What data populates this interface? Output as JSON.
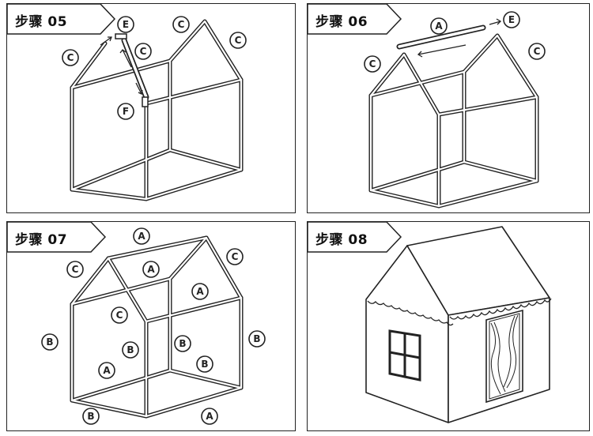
{
  "steps": [
    {
      "title": "步骤 05"
    },
    {
      "title": "步骤 06"
    },
    {
      "title": "步骤 07"
    },
    {
      "title": "步骤 08"
    }
  ],
  "parts": {
    "A": "A",
    "B": "B",
    "C": "C",
    "E": "E",
    "F": "F"
  }
}
